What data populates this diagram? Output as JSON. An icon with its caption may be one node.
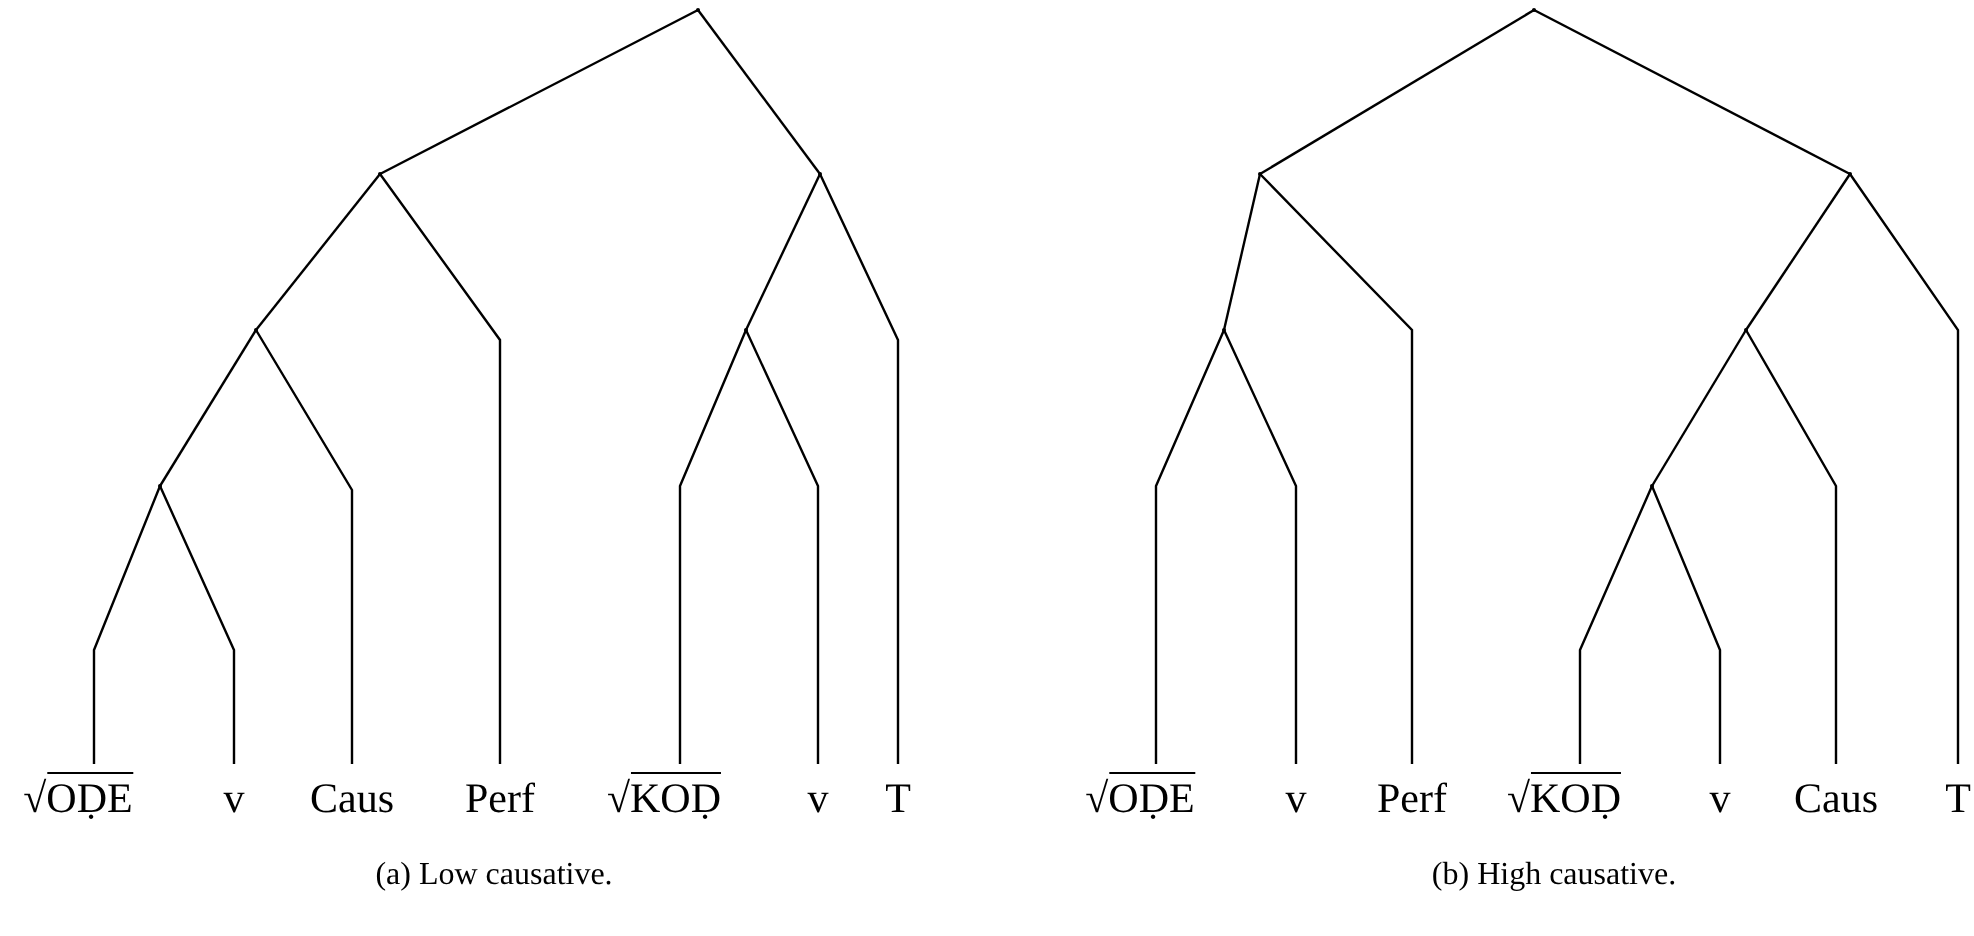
{
  "diagram": {
    "nodes": [
      {
        "text": [],
        "shape": "point"
      },
      {
        "text": [],
        "shape": "point"
      },
      {
        "text": [],
        "shape": "point"
      },
      {
        "text": [],
        "shape": "point"
      },
      {
        "text": [
          "√OḌE"
        ]
      },
      {
        "text": [
          "v"
        ]
      },
      {
        "text": [
          "Caus"
        ]
      },
      {
        "text": [
          "Perf"
        ]
      },
      {
        "text": [],
        "shape": "point"
      },
      {
        "text": [],
        "shape": "point"
      },
      {
        "text": [
          "√KOḌ"
        ]
      },
      {
        "text": [
          "v"
        ]
      },
      {
        "text": [
          "T"
        ]
      },
      {
        "text": [],
        "shape": "point"
      },
      {
        "text": [],
        "shape": "point"
      },
      {
        "text": [],
        "shape": "point"
      },
      {
        "text": [
          "√OḌE"
        ]
      },
      {
        "text": [
          "v"
        ]
      },
      {
        "text": [
          "Perf"
        ]
      },
      {
        "text": [],
        "shape": "point"
      },
      {
        "text": [],
        "shape": "point"
      },
      {
        "text": [],
        "shape": "point"
      },
      {
        "text": [
          "√KOḌ"
        ]
      },
      {
        "text": [
          "v"
        ]
      },
      {
        "text": [
          "Caus"
        ]
      },
      {
        "text": [
          "T"
        ]
      }
    ],
    "edges": [
      {
        "from": 0,
        "to": 1,
        "arrow": "none"
      },
      {
        "from": 1,
        "to": 2,
        "arrow": "none"
      },
      {
        "from": 2,
        "to": 3,
        "arrow": "none"
      },
      {
        "from": 3,
        "to": 4,
        "arrow": "none"
      },
      {
        "from": 3,
        "to": 5,
        "arrow": "none"
      },
      {
        "from": 2,
        "to": 6,
        "arrow": "none"
      },
      {
        "from": 1,
        "to": 7,
        "arrow": "none"
      },
      {
        "from": 0,
        "to": 8,
        "arrow": "none"
      },
      {
        "from": 8,
        "to": 9,
        "arrow": "none"
      },
      {
        "from": 9,
        "to": 10,
        "arrow": "none"
      },
      {
        "from": 9,
        "to": 11,
        "arrow": "none"
      },
      {
        "from": 8,
        "to": 12,
        "arrow": "none"
      },
      {
        "from": 13,
        "to": 14,
        "arrow": "none"
      },
      {
        "from": 14,
        "to": 15,
        "arrow": "none"
      },
      {
        "from": 15,
        "to": 16,
        "arrow": "none"
      },
      {
        "from": 15,
        "to": 17,
        "arrow": "none"
      },
      {
        "from": 14,
        "to": 18,
        "arrow": "none"
      },
      {
        "from": 13,
        "to": 19,
        "arrow": "none"
      },
      {
        "from": 19,
        "to": 20,
        "arrow": "none"
      },
      {
        "from": 20,
        "to": 21,
        "arrow": "none"
      },
      {
        "from": 21,
        "to": 22,
        "arrow": "none"
      },
      {
        "from": 21,
        "to": 23,
        "arrow": "none"
      },
      {
        "from": 20,
        "to": 24,
        "arrow": "none"
      },
      {
        "from": 19,
        "to": 25,
        "arrow": "none"
      }
    ],
    "labels": [
      "(a) Low causative.",
      "(b) High causative."
    ]
  }
}
